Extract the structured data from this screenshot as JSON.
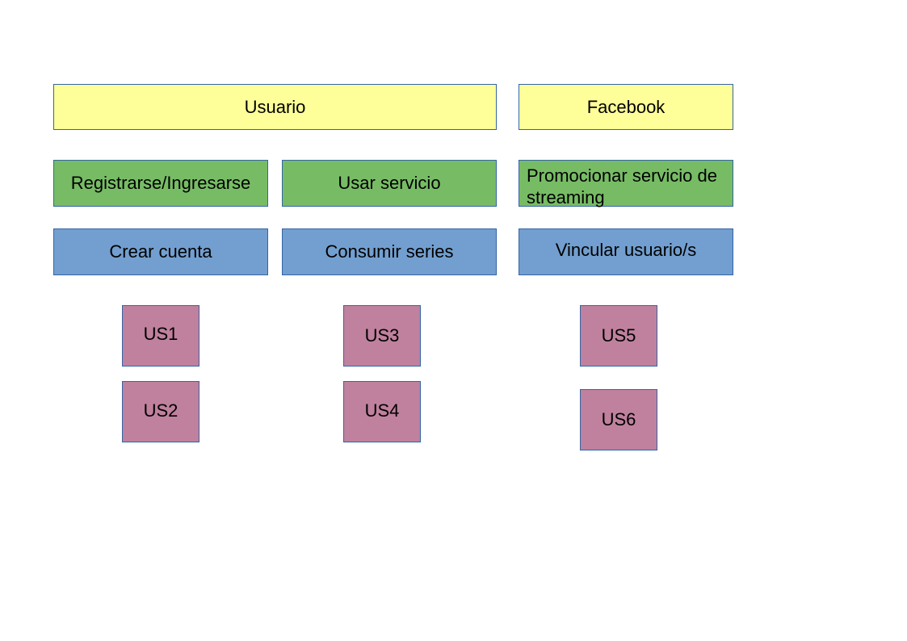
{
  "actors": {
    "usuario": "Usuario",
    "facebook": "Facebook"
  },
  "activities": {
    "registrarse": "Registrarse/Ingresarse",
    "usar_servicio": "Usar servicio",
    "promocionar": "Promocionar servicio de streaming"
  },
  "tasks": {
    "crear_cuenta": "Crear cuenta",
    "consumir_series": "Consumir series",
    "vincular_usuarios": "Vincular usuario/s"
  },
  "stories": {
    "us1": "US1",
    "us2": "US2",
    "us3": "US3",
    "us4": "US4",
    "us5": "US5",
    "us6": "US6"
  },
  "colors": {
    "actor": "#ffff99",
    "activity": "#77bc65",
    "task": "#729fcf",
    "story": "#bf819e",
    "border": "#3465a4"
  }
}
